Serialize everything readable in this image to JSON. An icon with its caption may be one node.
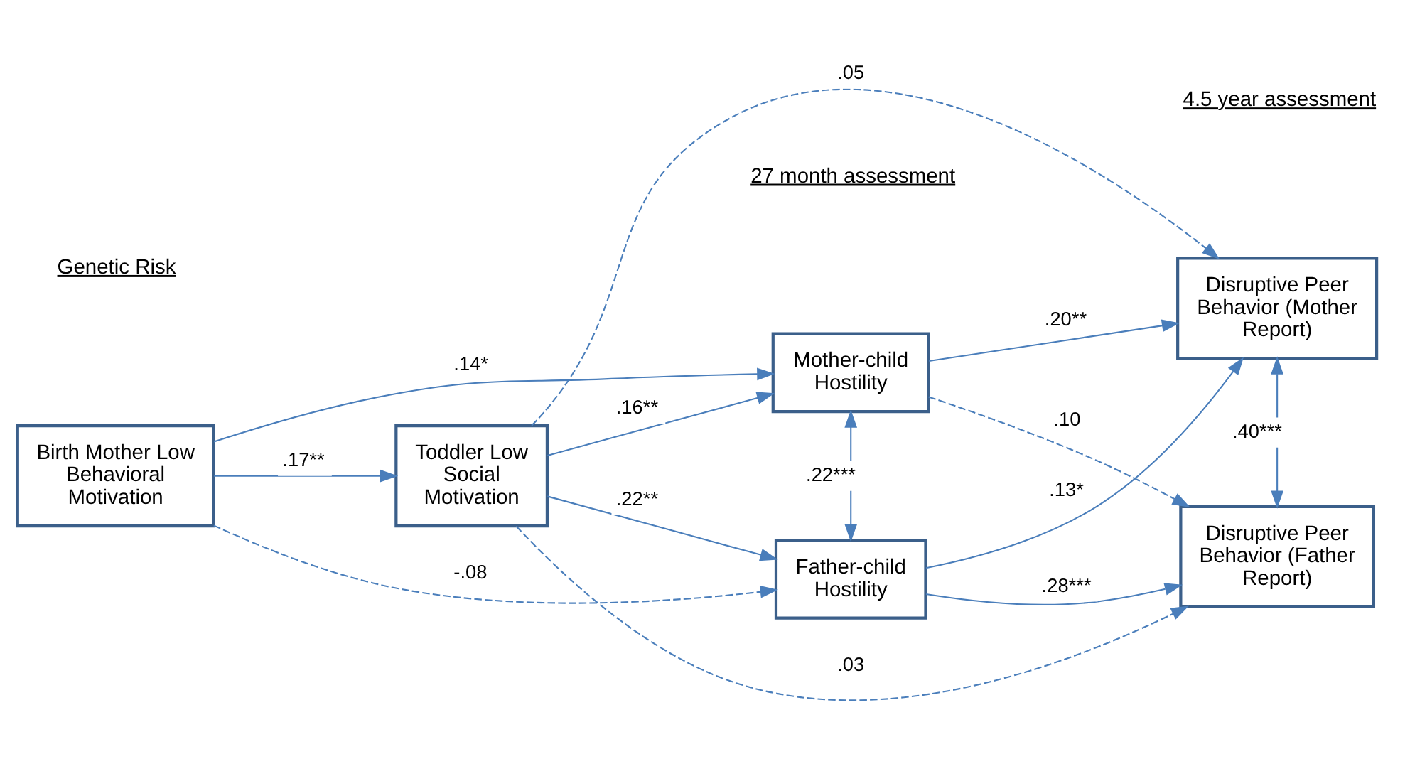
{
  "diagram": {
    "nodes": [
      {
        "text": [
          "Birth Mother Low Behavioral Motivation"
        ]
      },
      {
        "text": [
          "Toddler Low Social Motivation"
        ]
      },
      {
        "text": [
          "Mother-child Hostility"
        ]
      },
      {
        "text": [
          "Father-child Hostility"
        ]
      },
      {
        "text": [
          "Disruptive Peer Behavior (Mother Report)"
        ]
      },
      {
        "text": [
          "Disruptive Peer Behavior (Father Report)"
        ]
      }
    ],
    "edges": [
      {
        "from": 0,
        "to": 2,
        "arrow": "to",
        "label": ".14*"
      },
      {
        "from": 0,
        "to": 1,
        "arrow": "to",
        "label": ".17**"
      },
      {
        "from": 0,
        "to": 3,
        "arrow": "to",
        "label": "-.08",
        "style": "dashed"
      },
      {
        "from": 1,
        "to": 2,
        "arrow": "to",
        "label": ".16**"
      },
      {
        "from": 1,
        "to": 4,
        "arrow": "to",
        "label": ".05",
        "style": "dashed"
      },
      {
        "from": 1,
        "to": 5,
        "arrow": "to",
        "label": ".03",
        "style": "dashed"
      },
      {
        "from": 1,
        "to": 3,
        "arrow": "to",
        "label": ".22**"
      },
      {
        "from": 2,
        "to": 3,
        "arrow": "both",
        "label": ".22***"
      },
      {
        "from": 2,
        "to": 4,
        "arrow": "to",
        "label": ".20**"
      },
      {
        "from": 2,
        "to": 5,
        "arrow": "to",
        "label": ".10",
        "style": "dashed"
      },
      {
        "from": 3,
        "to": 4,
        "arrow": "to",
        "label": ".13*"
      },
      {
        "from": 3,
        "to": 5,
        "arrow": "to",
        "label": ".28***"
      },
      {
        "from": 4,
        "to": 5,
        "arrow": "both",
        "label": ".40***"
      }
    ],
    "labels": [
      "Genetic Risk",
      "27 month assessment",
      "4.5 year assessment"
    ]
  }
}
